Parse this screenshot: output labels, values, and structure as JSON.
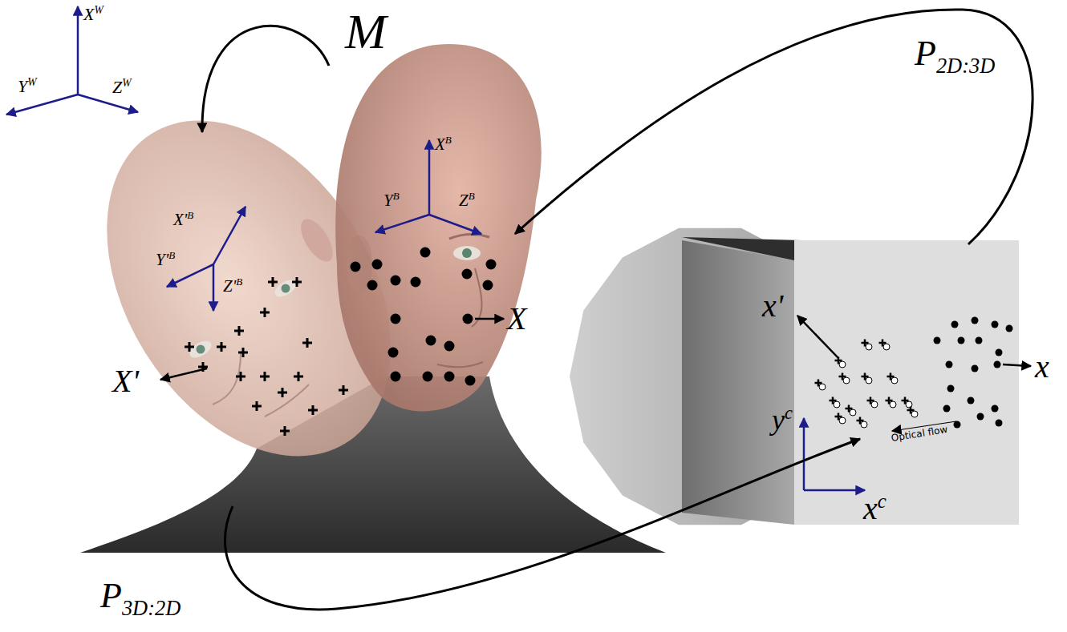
{
  "diagram": {
    "labels": [
      "XW",
      "YW",
      "ZW",
      "M",
      "P2D:3D",
      "XB",
      "YB",
      "ZB",
      "X'B",
      "Y'B",
      "Z'B",
      "X",
      "x'",
      "x",
      "X'",
      "yc",
      "Optical flow",
      "xc",
      "P3D:2D"
    ]
  }
}
